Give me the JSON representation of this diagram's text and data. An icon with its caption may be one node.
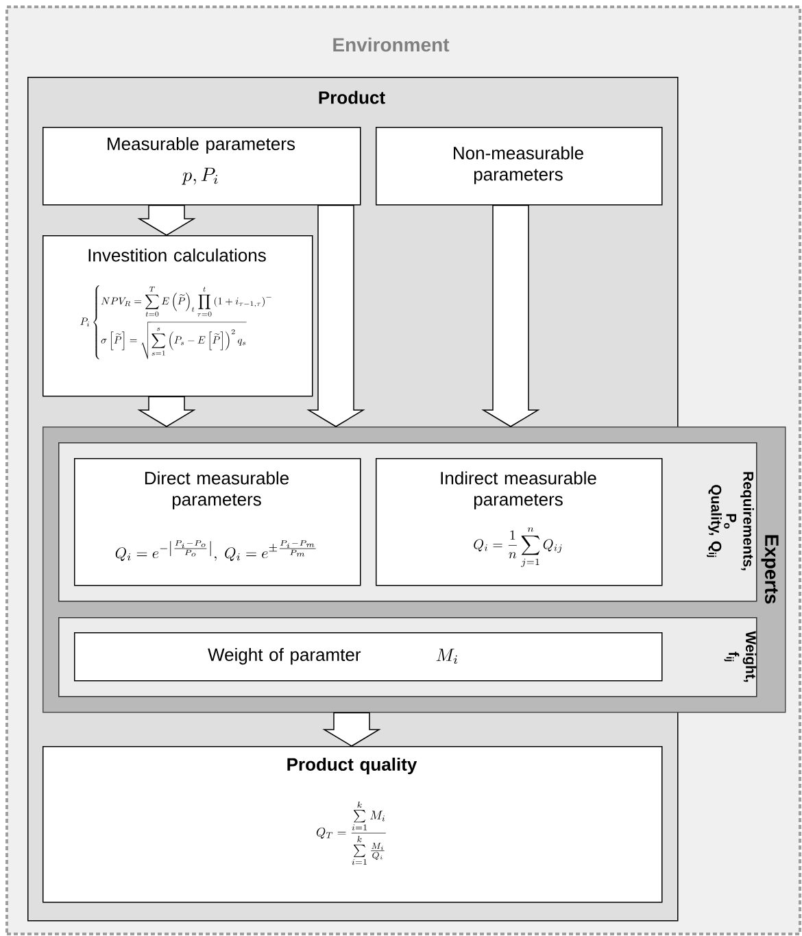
{
  "diagram": {
    "nodes": [
      {
        "text": [
          "Environment"
        ]
      },
      {
        "text": [
          "Product"
        ],
        "in": 0
      },
      {
        "text": [
          "Measurable parameters",
          "p, P_i"
        ],
        "in": 1
      },
      {
        "text": [
          "Non-measurable parameters"
        ],
        "in": 1
      },
      {
        "text": [
          "Investition calculations",
          "P_i\\begin{dcases} NPV_R = \\sum_{t=0}^{T} E\\left(\\widetilde{P}\\right)_t \\prod_{\\tau=0}^{t}\\left(1+i_{\\tau-1,\\tau}\\right)^{-} \\\\ \\sigma\\left[\\widetilde{P}\\right] = \\sqrt{\\sum_{s=1}^{s}\\left(P_s - E\\left[\\widetilde{P}\\right]\\right)^2 q_s} \\end{dcases}"
        ],
        "in": 1
      },
      {
        "text": [
          "Experts"
        ],
        "in": 0
      },
      {
        "text": [
          "Requirements, P$_{o}$",
          "Quality, Q$_{ij}$"
        ],
        "in": 5
      },
      {
        "text": [
          "Direct measurable parameters",
          "Q_i = e^{-\\left|\\frac{P_i - P_o}{P_o}\\right|},\\; Q_i = e^{\\pm\\frac{P_i - P_m}{P_m}}"
        ],
        "in": 6
      },
      {
        "text": [
          "Indirect measurable parameters",
          "Q_i = \\frac{1}{n}\\sum_{j=1}^{n} Q_{ij}"
        ],
        "in": 6
      },
      {
        "text": [
          "Weight, f$_{ij}$"
        ],
        "in": 5
      },
      {
        "text": [
          "Weight of paramter",
          "M_i"
        ],
        "in": 9
      },
      {
        "text": [
          "Product quality",
          "Q_T = \\frac{\\sum\\limits_{i=1}^{k} M_i}{\\sum\\limits_{i=1}^{k} \\frac{M_i}{Q_i}}"
        ],
        "in": 1
      }
    ],
    "edges": [
      {
        "from": 2,
        "to": 4,
        "arrow": "to"
      },
      {
        "from": 4,
        "to": 5,
        "arrow": "to"
      },
      {
        "from": 2,
        "to": 5,
        "arrow": "to"
      },
      {
        "from": 3,
        "to": 5,
        "arrow": "to"
      },
      {
        "from": 5,
        "to": 11,
        "arrow": "to"
      }
    ]
  }
}
